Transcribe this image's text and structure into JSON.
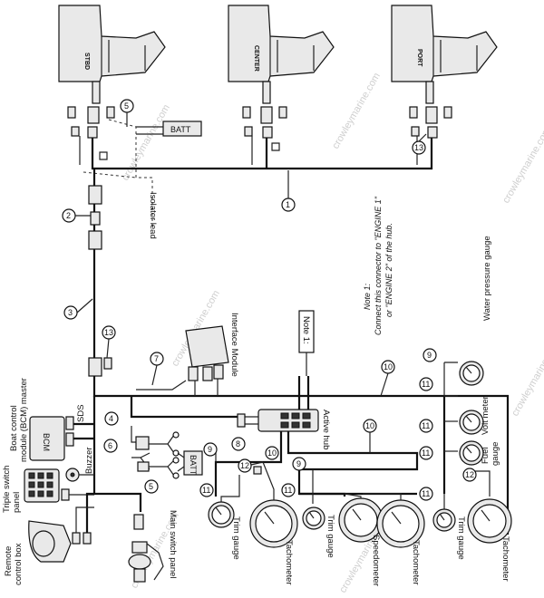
{
  "engines": [
    {
      "label": "STBD"
    },
    {
      "label": "CENTER"
    },
    {
      "label": "PORT"
    }
  ],
  "callouts": [
    "1",
    "2",
    "3",
    "4",
    "5",
    "6",
    "7",
    "8",
    "9",
    "10",
    "11",
    "12",
    "13"
  ],
  "labels": {
    "isolator_lead": "Isolator lead",
    "interface_module": "Interface Module",
    "note_box": "Note 1:",
    "note_text_1": "Note 1:",
    "note_text_2": "Connect this connector to \"ENGINE 1\"",
    "note_text_3": "or \"ENGINE 2\" of the hub.",
    "active_hub": "Active hub",
    "bcm_1": "Boat control",
    "bcm_2": "module (BCM) master",
    "bcm_tag": "BCM",
    "sds": "SDS",
    "buzzer": "Buzzer",
    "triple_switch_1": "Triple switch",
    "triple_switch_2": "panel",
    "remote_1": "Remote",
    "remote_2": "control box",
    "main_switch_panel": "Main switch panel",
    "batt": "BATT",
    "trim_gauge": "Trim gauge",
    "tachometer": "Tachometer",
    "speedometer": "Speedometer",
    "volt_meter": "Volt meter",
    "fuel_gauge_1": "Fuel",
    "fuel_gauge_2": "gauge",
    "water_pressure_gauge": "Water pressure gauge"
  },
  "watermark": "crowleymarine.com"
}
